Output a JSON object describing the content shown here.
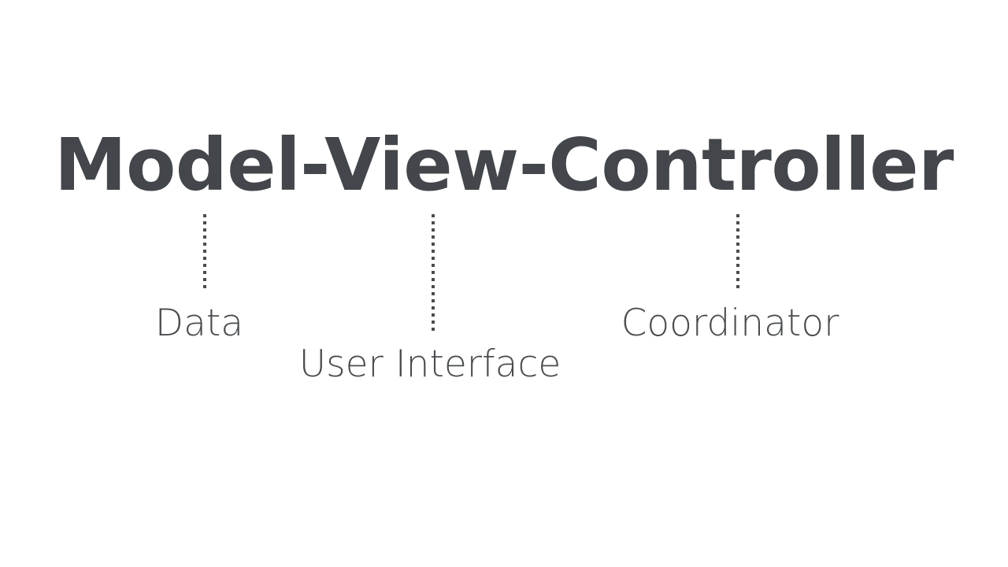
{
  "slide": {
    "background_color": "#ffffff",
    "title": "Model-View-Controller",
    "title_color": "#43464a",
    "label_color": "#4a4d50",
    "connector_color": "#4a4d50"
  },
  "breakdown": [
    {
      "term": "Model",
      "label": "Data",
      "connector": "dotted-vertical-line"
    },
    {
      "term": "View",
      "label": "User Interface",
      "connector": "dotted-vertical-line"
    },
    {
      "term": "Controller",
      "label": "Coordinator",
      "connector": "dotted-vertical-line"
    }
  ]
}
